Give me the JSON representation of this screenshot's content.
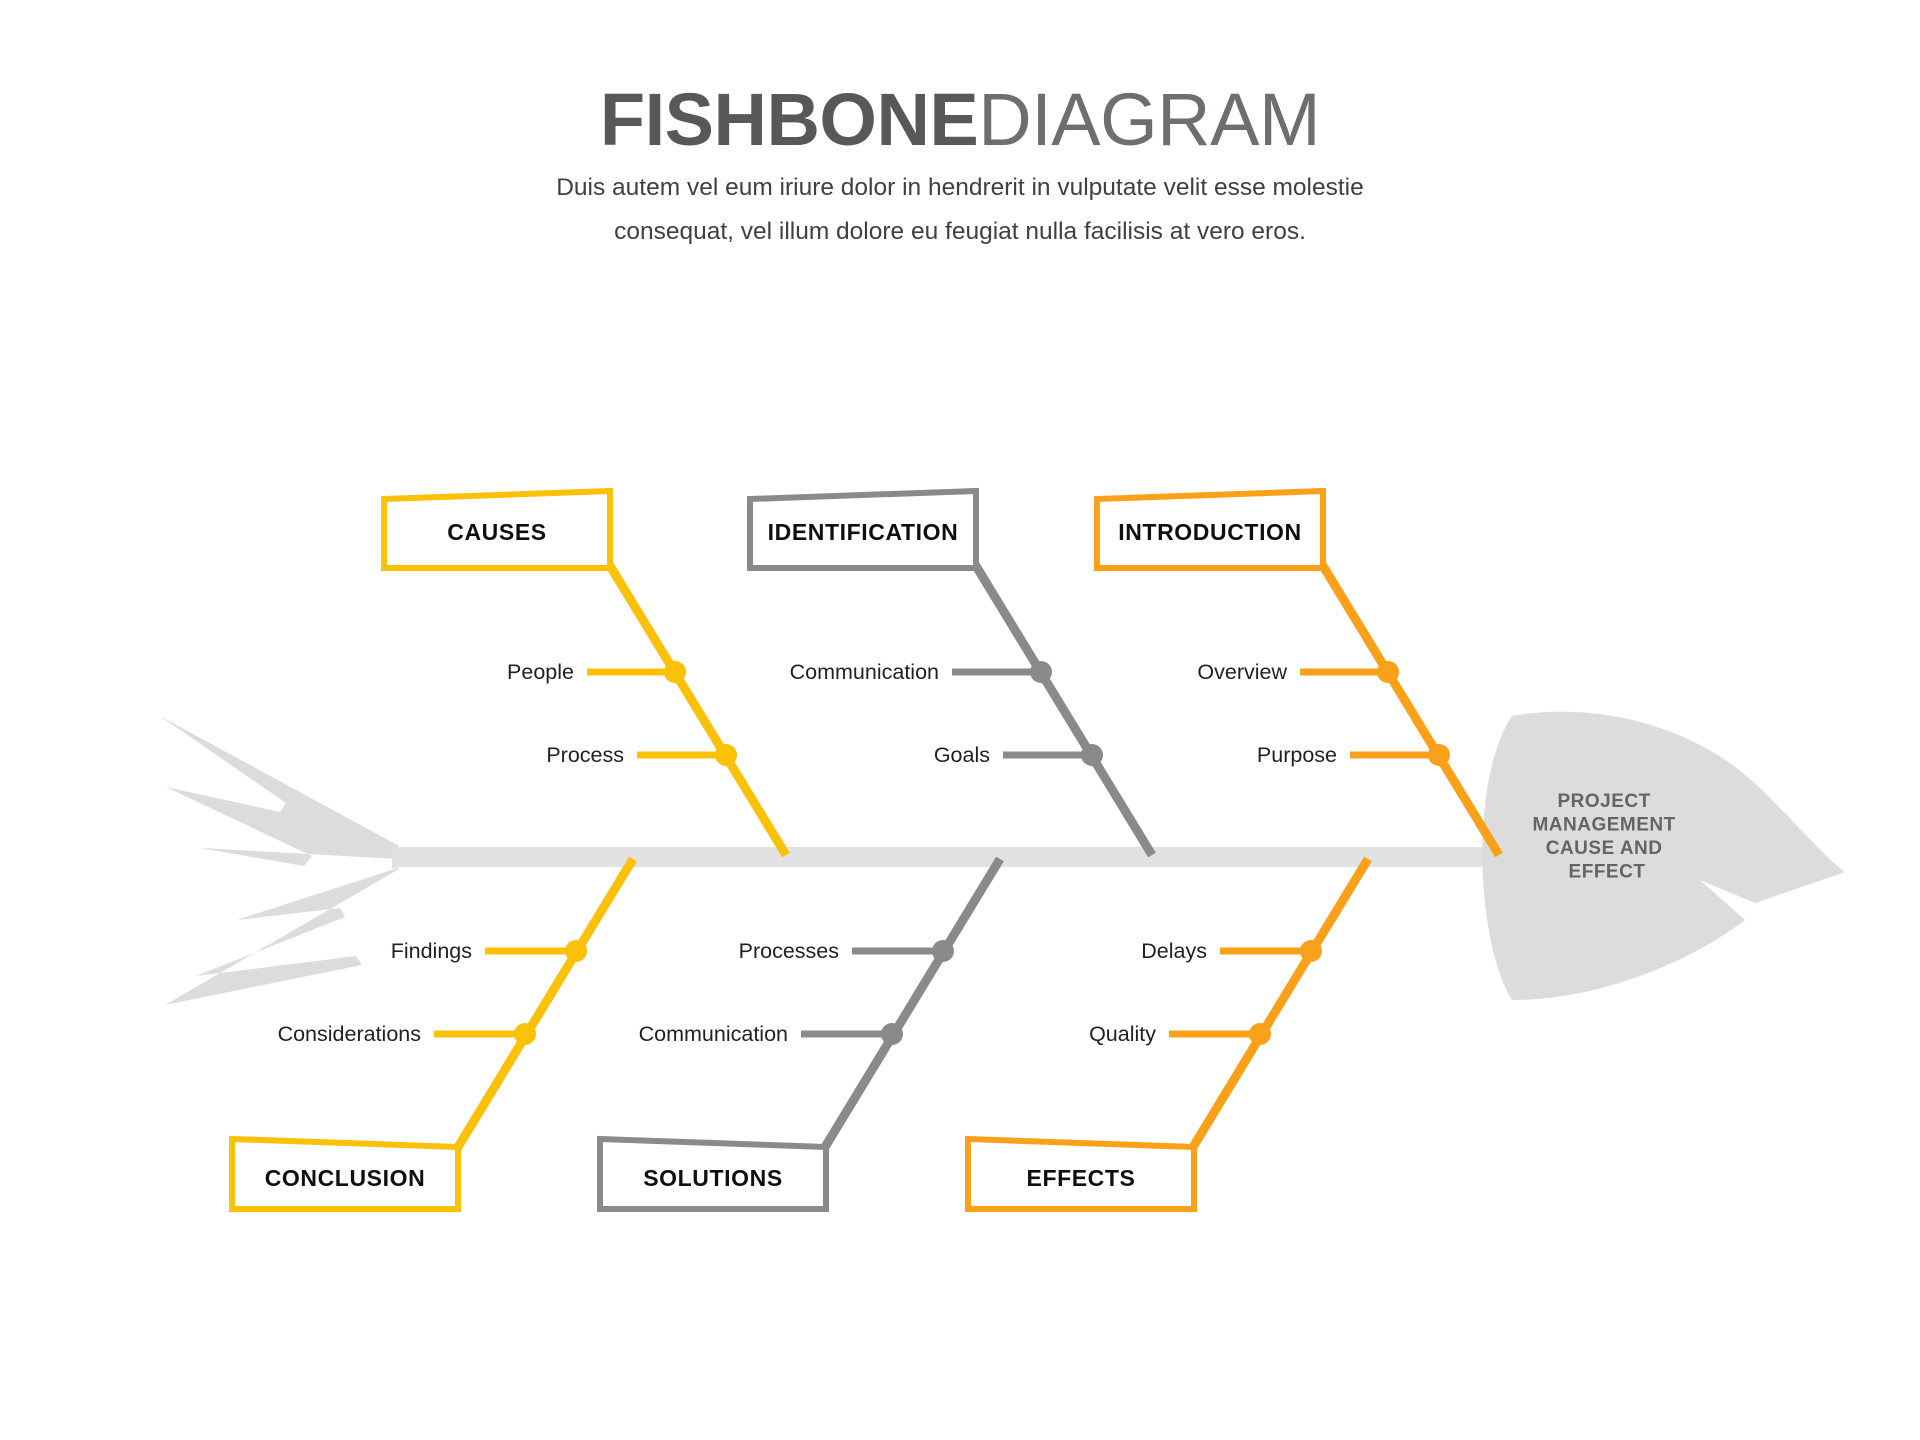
{
  "header": {
    "title_strong": "FISHBONE",
    "title_light": "DIAGRAM",
    "subtitle_line1": "Duis autem vel eum iriure dolor in hendrerit in vulputate velit esse molestie",
    "subtitle_line2": "consequat, vel illum dolore eu feugiat nulla facilisis at vero eros."
  },
  "fish": {
    "head_lines": [
      "PROJECT",
      "MANAGEMENT",
      "CAUSE AND",
      "EFFECT"
    ],
    "spine_color": "#e2e2e2",
    "head_color": "#dcdcdc",
    "tail_color": "#dcdcdc"
  },
  "colors": {
    "yellow": "#fbc108",
    "gray": "#8a8a8a",
    "orange": "#faa019",
    "text_dark": "#231f20",
    "title_gray": "#58585a",
    "head_text": "#636466"
  },
  "branches": [
    {
      "id": "causes",
      "label": "CAUSES",
      "position": "top",
      "color": "#fbc108",
      "causes": [
        "People",
        "Process"
      ]
    },
    {
      "id": "identification",
      "label": "IDENTIFICATION",
      "position": "top",
      "color": "#8a8a8a",
      "causes": [
        "Communication",
        "Goals"
      ]
    },
    {
      "id": "introduction",
      "label": "INTRODUCTION",
      "position": "top",
      "color": "#faa019",
      "causes": [
        "Overview",
        "Purpose"
      ]
    },
    {
      "id": "conclusion",
      "label": "CONCLUSION",
      "position": "bottom",
      "color": "#fbc108",
      "causes": [
        "Findings",
        "Considerations"
      ]
    },
    {
      "id": "solutions",
      "label": "SOLUTIONS",
      "position": "bottom",
      "color": "#8a8a8a",
      "causes": [
        "Processes",
        "Communication"
      ]
    },
    {
      "id": "effects",
      "label": "EFFECTS",
      "position": "bottom",
      "color": "#faa019",
      "causes": [
        "Delays",
        "Quality"
      ]
    }
  ]
}
